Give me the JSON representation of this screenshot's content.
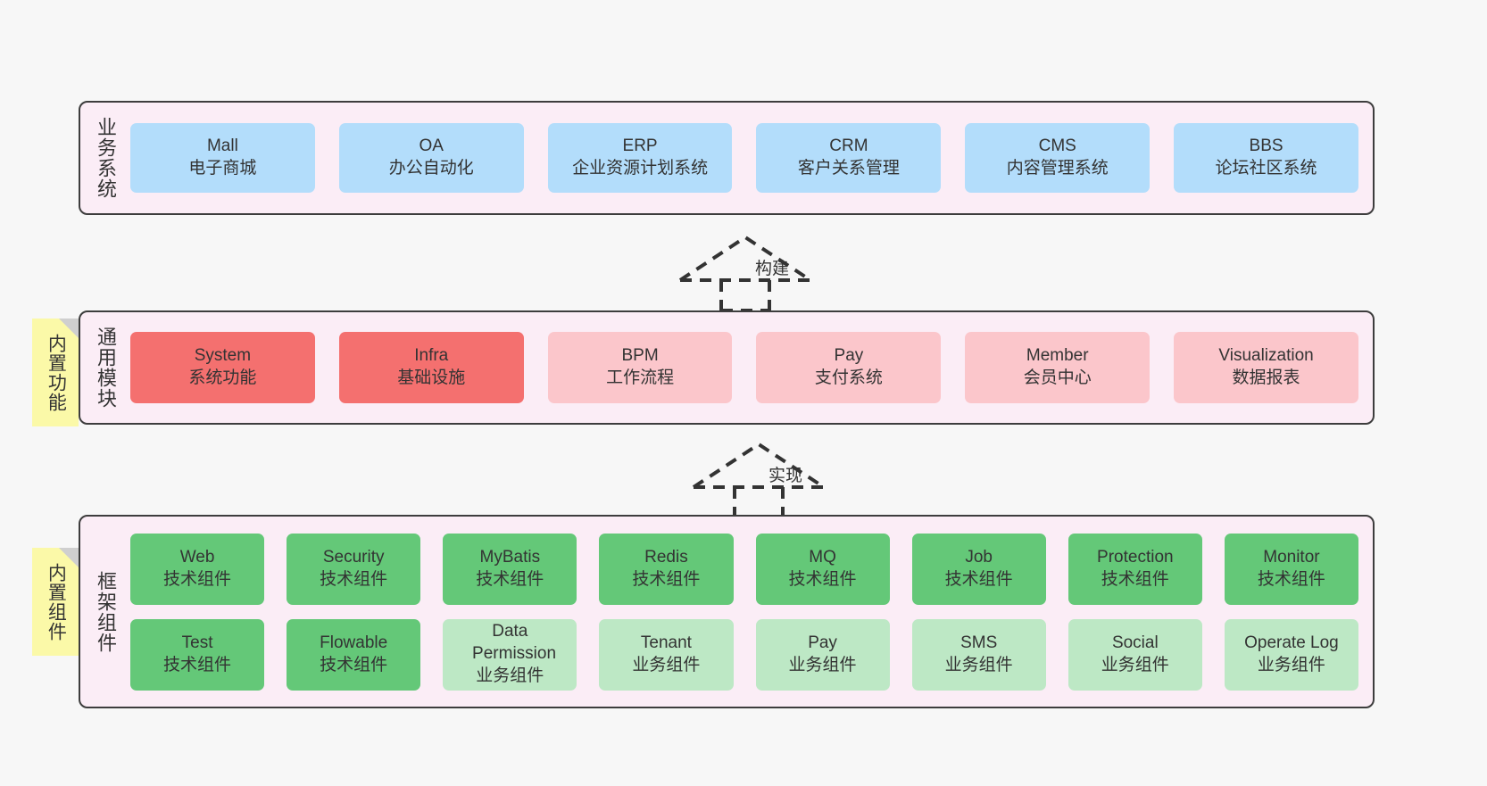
{
  "diagram": {
    "background_color": "#f7f7f7",
    "layer_fill": "#fbedf6",
    "layer_border": "#3d3d3d",
    "note_color": "#fbf9a8",
    "colors": {
      "business": "#b3ddfb",
      "core_module": "#f4706f",
      "module": "#fbc6cb",
      "tech_component": "#64c878",
      "biz_component": "#bde8c5"
    }
  },
  "layers": [
    {
      "id": "business-system",
      "title": "业务系统",
      "rows": [
        [
          {
            "en": "Mall",
            "cn": "电子商城",
            "color": "blue"
          },
          {
            "en": "OA",
            "cn": "办公自动化",
            "color": "blue"
          },
          {
            "en": "ERP",
            "cn": "企业资源计划系统",
            "color": "blue"
          },
          {
            "en": "CRM",
            "cn": "客户关系管理",
            "color": "blue"
          },
          {
            "en": "CMS",
            "cn": "内容管理系统",
            "color": "blue"
          },
          {
            "en": "BBS",
            "cn": "论坛社区系统",
            "color": "blue"
          }
        ]
      ]
    },
    {
      "id": "common-module",
      "title": "通用模块",
      "note": "内置功能",
      "rows": [
        [
          {
            "en": "System",
            "cn": "系统功能",
            "color": "red"
          },
          {
            "en": "Infra",
            "cn": "基础设施",
            "color": "red"
          },
          {
            "en": "BPM",
            "cn": "工作流程",
            "color": "pink"
          },
          {
            "en": "Pay",
            "cn": "支付系统",
            "color": "pink"
          },
          {
            "en": "Member",
            "cn": "会员中心",
            "color": "pink"
          },
          {
            "en": "Visualization",
            "cn": "数据报表",
            "color": "pink"
          }
        ]
      ]
    },
    {
      "id": "framework-component",
      "title": "框架组件",
      "note": "内置组件",
      "rows": [
        [
          {
            "en": "Web",
            "cn": "技术组件",
            "color": "green"
          },
          {
            "en": "Security",
            "cn": "技术组件",
            "color": "green"
          },
          {
            "en": "MyBatis",
            "cn": "技术组件",
            "color": "green"
          },
          {
            "en": "Redis",
            "cn": "技术组件",
            "color": "green"
          },
          {
            "en": "MQ",
            "cn": "技术组件",
            "color": "green"
          },
          {
            "en": "Job",
            "cn": "技术组件",
            "color": "green"
          },
          {
            "en": "Protection",
            "cn": "技术组件",
            "color": "green"
          },
          {
            "en": "Monitor",
            "cn": "技术组件",
            "color": "green"
          }
        ],
        [
          {
            "en": "Test",
            "cn": "技术组件",
            "color": "green"
          },
          {
            "en": "Flowable",
            "cn": "技术组件",
            "color": "green"
          },
          {
            "en": "Data Permission",
            "cn": "业务组件",
            "color": "lightgreen"
          },
          {
            "en": "Tenant",
            "cn": "业务组件",
            "color": "lightgreen"
          },
          {
            "en": "Pay",
            "cn": "业务组件",
            "color": "lightgreen"
          },
          {
            "en": "SMS",
            "cn": "业务组件",
            "color": "lightgreen"
          },
          {
            "en": "Social",
            "cn": "业务组件",
            "color": "lightgreen"
          },
          {
            "en": "Operate Log",
            "cn": "业务组件",
            "color": "lightgreen"
          }
        ]
      ]
    }
  ],
  "connectors": [
    {
      "id": "build-arrow",
      "label": "构建",
      "style": "dashed-generalization",
      "direction": "up"
    },
    {
      "id": "implement-arrow",
      "label": "实现",
      "style": "dashed-generalization",
      "direction": "up"
    }
  ]
}
